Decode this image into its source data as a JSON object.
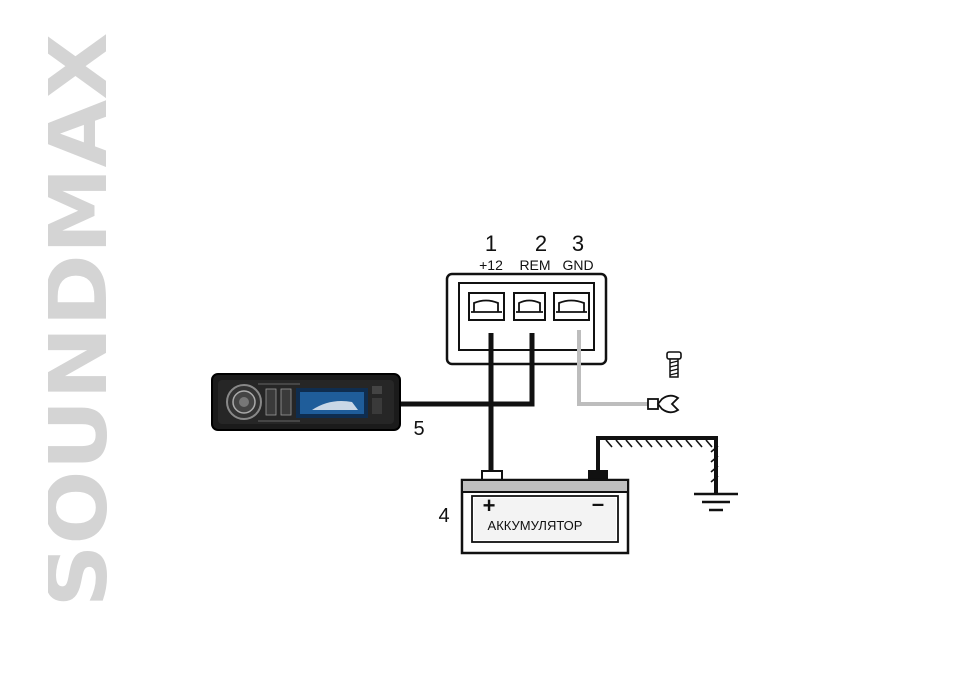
{
  "brand": {
    "watermark": "SOUNDMAX",
    "color": "#d4d4d4"
  },
  "terminals": [
    {
      "number": "1",
      "label": "+12"
    },
    {
      "number": "2",
      "label": "REM"
    },
    {
      "number": "3",
      "label": "GND"
    }
  ],
  "callouts": {
    "cable": "5",
    "battery": "4"
  },
  "battery": {
    "plus": "+",
    "minus": "–",
    "label": "АККУМУЛЯТОР"
  },
  "colors": {
    "wire": "#111111",
    "ground_wire": "#bdbdbd",
    "radio_body": "#1b1b1b",
    "radio_screen": "#2a7fd0"
  },
  "icons": [
    "screw-icon",
    "ring-terminal-icon",
    "ground-symbol-icon",
    "car-radio-icon"
  ]
}
